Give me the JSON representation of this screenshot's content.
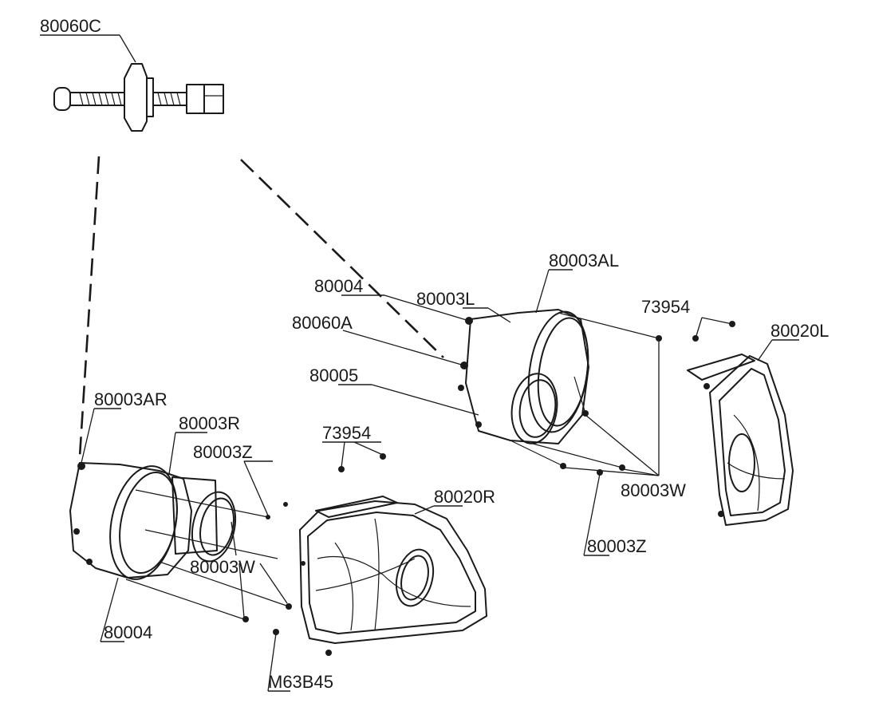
{
  "callouts": {
    "c80060C": "80060C",
    "c80003AL": "80003AL",
    "c80004_top": "80004",
    "c80003L": "80003L",
    "c73954_right": "73954",
    "c80060A": "80060A",
    "c80020L": "80020L",
    "c80005": "80005",
    "c80003AR": "80003AR",
    "c80003R": "80003R",
    "c80003Z_left": "80003Z",
    "c73954_left": "73954",
    "c80020R": "80020R",
    "c80003W_right": "80003W",
    "c80003Z_right": "80003Z",
    "c80003W_left": "80003W",
    "c80004_bottom": "80004",
    "cM63B45": "M63B45"
  }
}
